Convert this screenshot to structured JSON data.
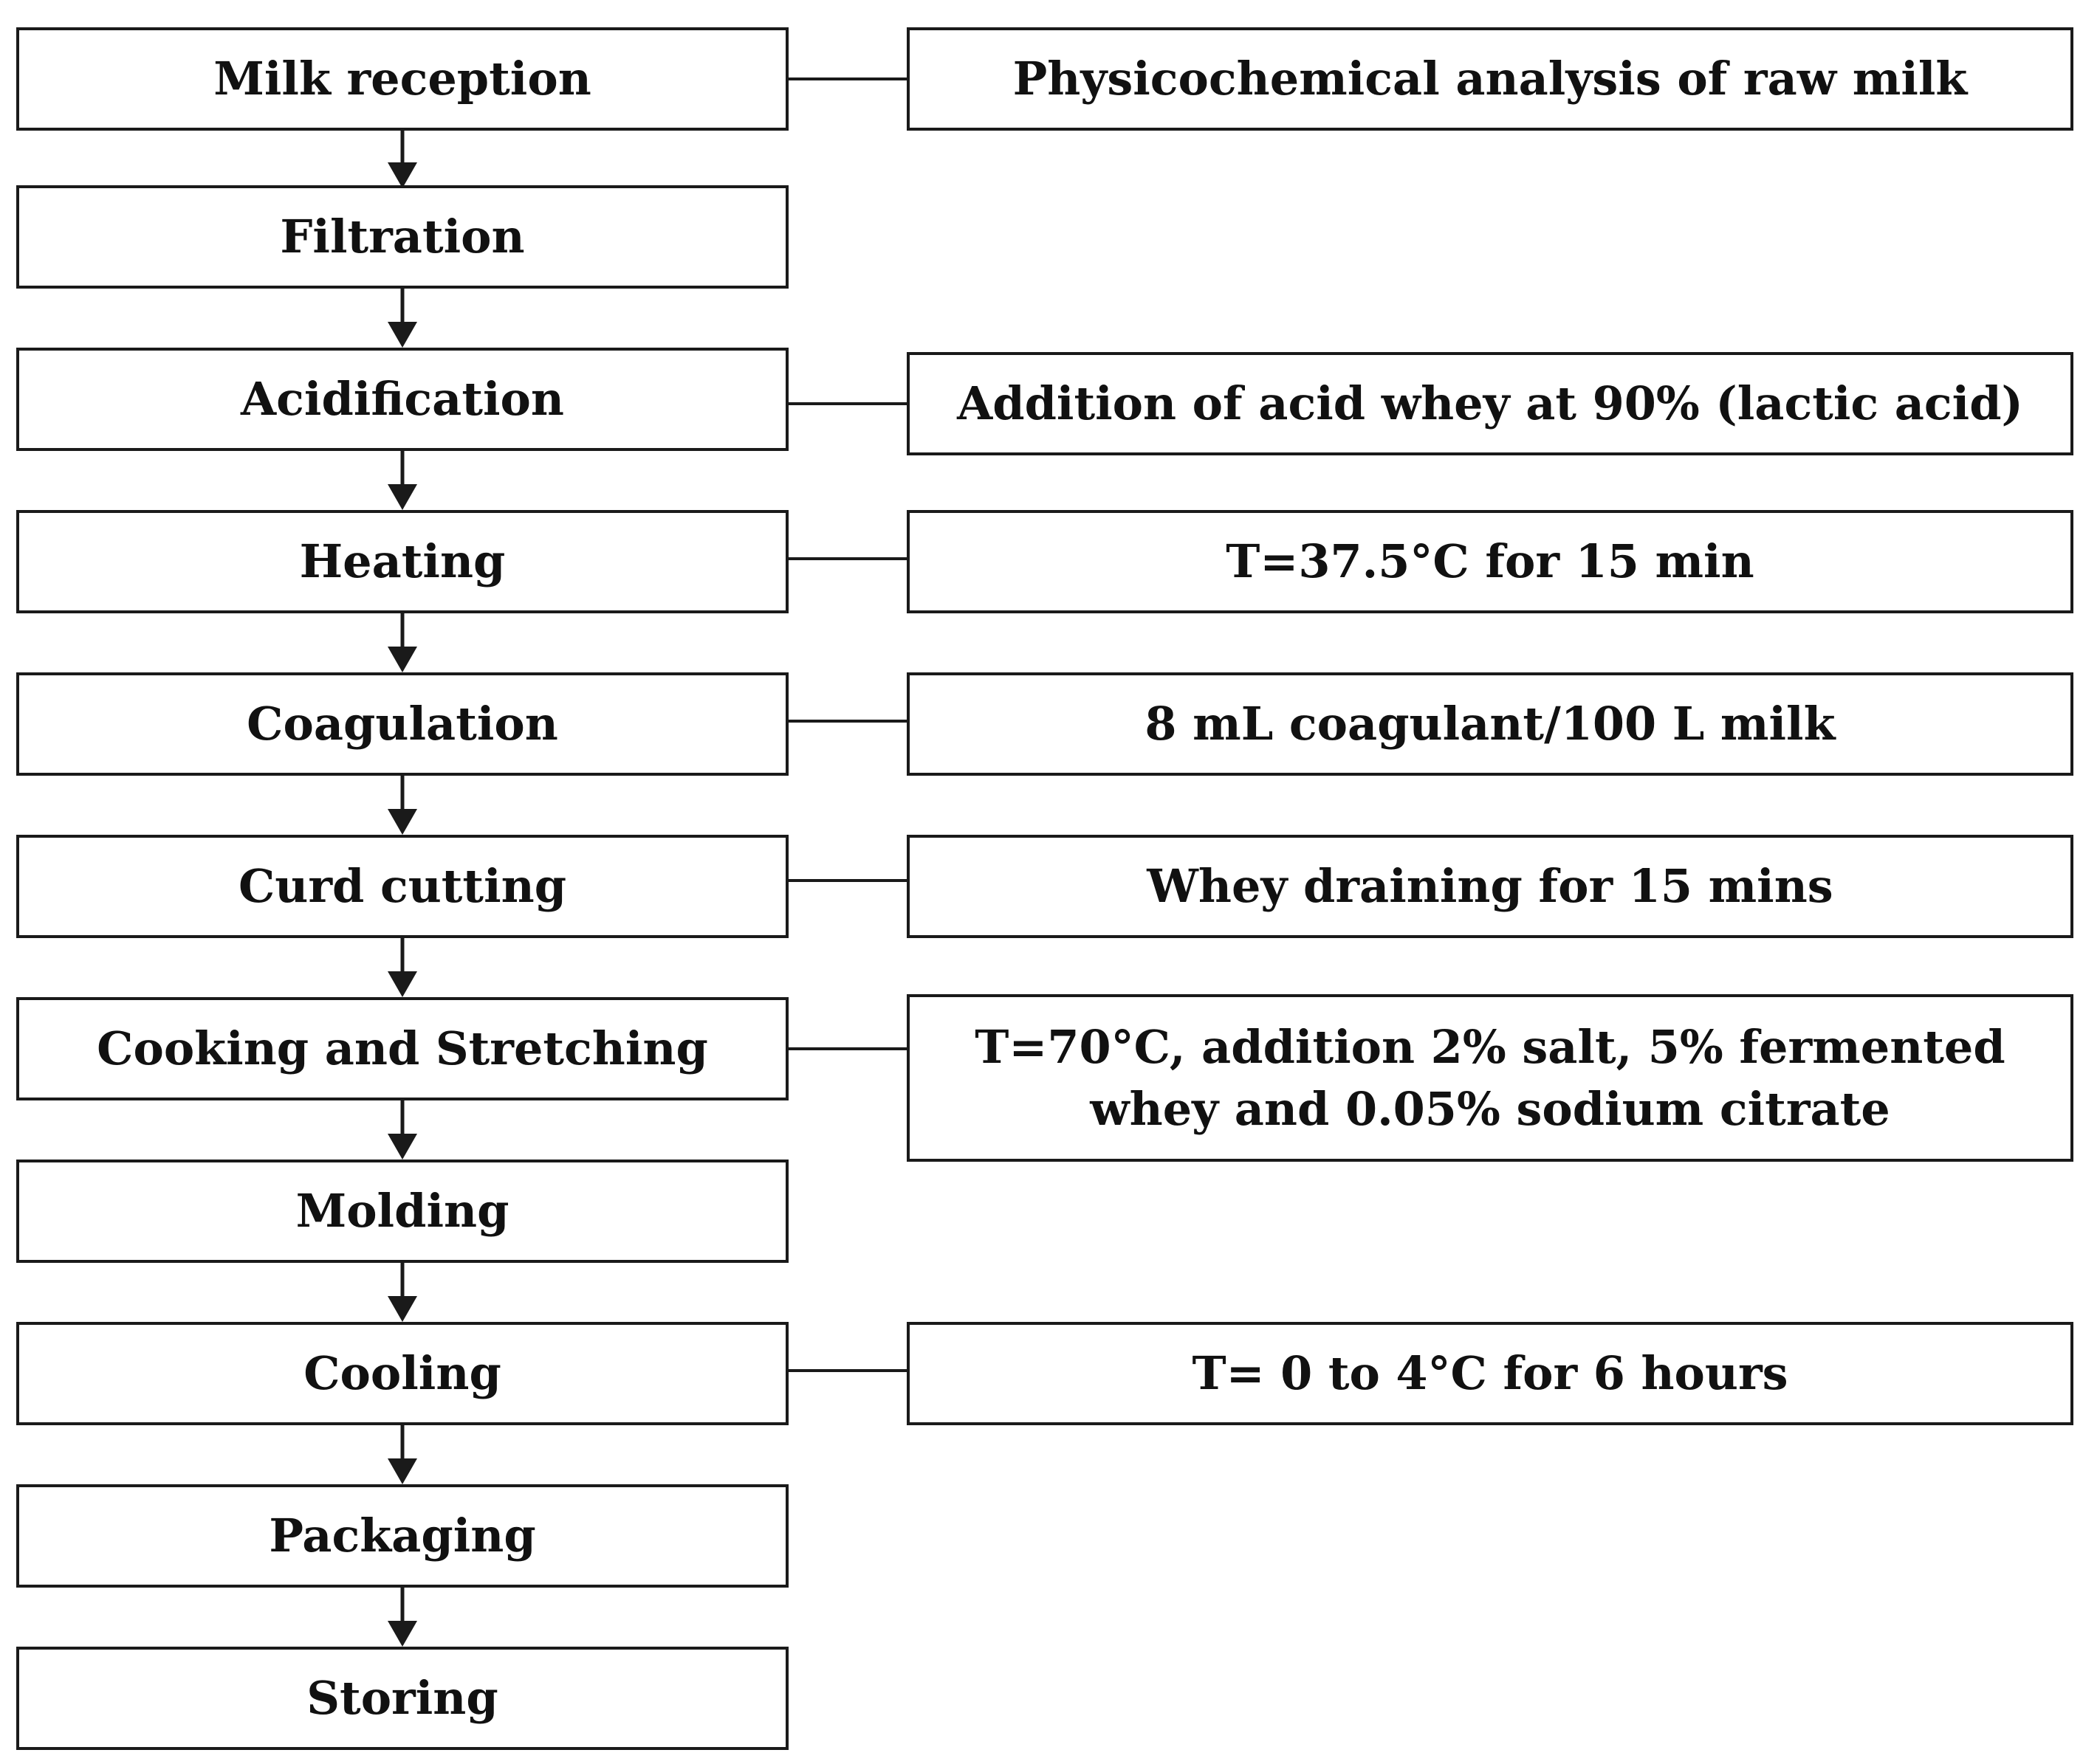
{
  "colors": {
    "line": "#1a1a1a",
    "box_fill": "#ffffff",
    "text": "#111111"
  },
  "steps": [
    {
      "label": "Milk reception"
    },
    {
      "label": "Filtration"
    },
    {
      "label": "Acidification"
    },
    {
      "label": "Heating"
    },
    {
      "label": "Coagulation"
    },
    {
      "label": "Curd cutting"
    },
    {
      "label": "Cooking and Stretching"
    },
    {
      "label": "Molding"
    },
    {
      "label": "Cooling"
    },
    {
      "label": "Packaging"
    },
    {
      "label": "Storing"
    }
  ],
  "notes": [
    {
      "step": "Milk reception",
      "text": "Physicochemical analysis of raw milk"
    },
    {
      "step": "Acidification",
      "text": "Addition of acid whey at 90% (lactic acid)"
    },
    {
      "step": "Heating",
      "text": "T=37.5°C for 15 min"
    },
    {
      "step": "Coagulation",
      "text": "8 mL coagulant/100 L milk"
    },
    {
      "step": "Curd cutting",
      "text": "Whey draining for 15 mins"
    },
    {
      "step": "Cooking and Stretching",
      "text": "T=70°C, addition 2% salt, 5% fermented whey and 0.05% sodium citrate"
    },
    {
      "step": "Cooling",
      "text": "T= 0 to 4°C for 6 hours"
    }
  ]
}
